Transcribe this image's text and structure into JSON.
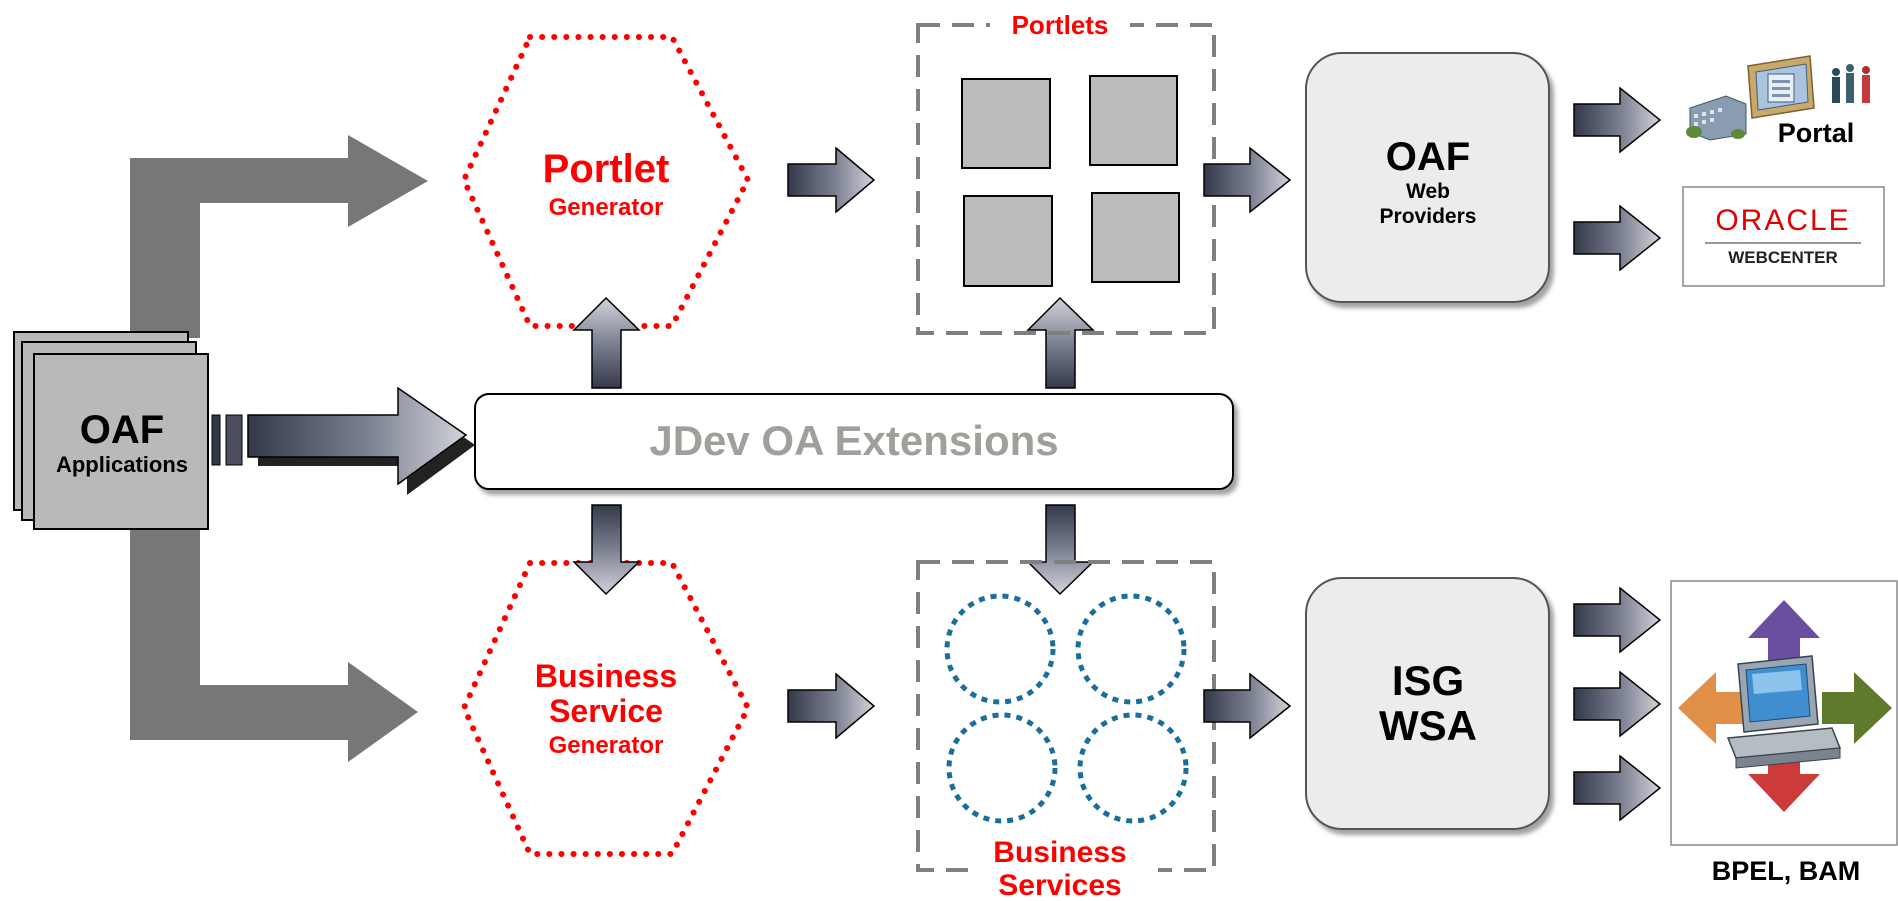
{
  "oaf_apps": {
    "title": "OAF",
    "subtitle": "Applications"
  },
  "jdev": {
    "label": "JDev OA Extensions"
  },
  "portlet_generator": {
    "title": "Portlet",
    "subtitle": "Generator"
  },
  "bs_generator": {
    "line1": "Business",
    "line2": "Service",
    "line3": "Generator"
  },
  "portlets": {
    "label": "Portlets"
  },
  "business_services": {
    "line1": "Business",
    "line2": "Services"
  },
  "oaf_web": {
    "title": "OAF",
    "line1": "Web",
    "line2": "Providers"
  },
  "isg": {
    "line1": "ISG",
    "line2": "WSA"
  },
  "portal": {
    "label": "Portal"
  },
  "oracle_webcenter": {
    "brand": "ORACLE",
    "product": "WEBCENTER"
  },
  "bpel": {
    "label": "BPEL, BAM"
  },
  "colors": {
    "red": "#ff0000",
    "thick_arrow": "#777777",
    "box_gray": "#bbbbbb",
    "circle_blue": "#1a6e9a",
    "dashed_gray": "#808080",
    "jdev_text": "#a0a09a"
  }
}
